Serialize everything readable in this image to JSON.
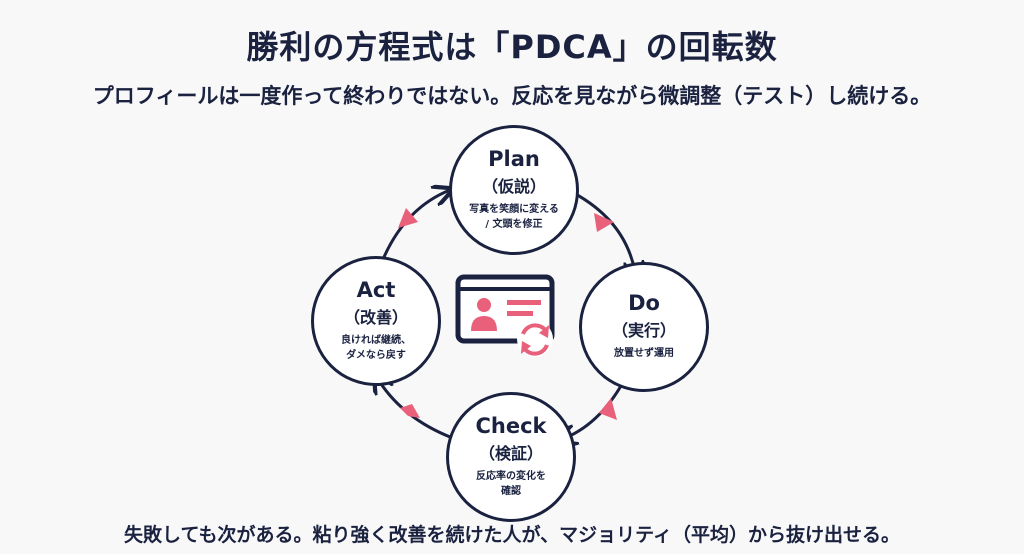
{
  "title": "勝利の方程式は「PDCA」の回転数",
  "subtitle": "プロフィールは一度作って終わりではない。反応を見ながら微調整（テスト）し続ける。",
  "footer": "失敗しても次がある。粘り強く改善を続けた人が、マジョリティ（平均）から抜け出せる。",
  "colors": {
    "navy": "#1a2240",
    "accent": "#e8607a",
    "background": "#f8f8f8"
  },
  "center_icon": "profile-card-refresh-icon",
  "cycle": {
    "plan": {
      "name": "Plan",
      "jp": "（仮説）",
      "desc1": "写真を笑顔に変える",
      "desc2": "/ 文頭を修正"
    },
    "do": {
      "name": "Do",
      "jp": "（実行）",
      "desc1": "放置せず運用",
      "desc2": ""
    },
    "check": {
      "name": "Check",
      "jp": "（検証）",
      "desc1": "反応率の変化を",
      "desc2": "確認"
    },
    "act": {
      "name": "Act",
      "jp": "（改善）",
      "desc1": "良ければ継続、",
      "desc2": "ダメなら戻す"
    }
  }
}
